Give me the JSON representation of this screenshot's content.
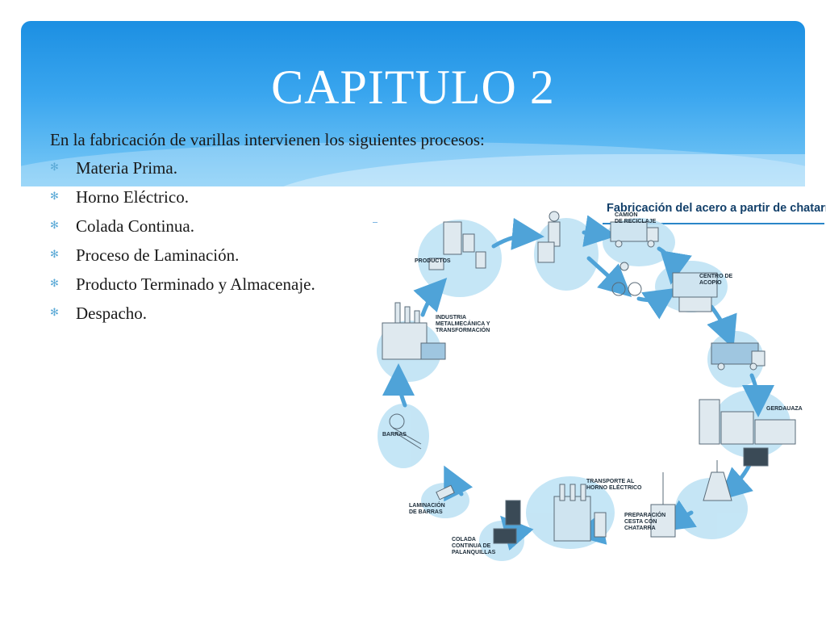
{
  "slide": {
    "title": "CAPITULO 2",
    "intro": "En la fabricación de varillas intervienen los siguientes procesos:",
    "bullets": [
      "Materia Prima.",
      "Horno Eléctrico.",
      "Colada Continua.",
      "Proceso de Laminación.",
      "Producto Terminado y Almacenaje.",
      "Despacho."
    ],
    "bullet_icon": "asterisk-bullet-icon"
  },
  "figure": {
    "title": "Fabricación del acero a partir de chatarra",
    "labels": {
      "productos": "PRODUCTOS",
      "camion_1": "CAMIÓN",
      "camion_2": "DE RECICLAJE",
      "centro_1": "CENTRO DE",
      "centro_2": "ACOPIO",
      "industria_1": "INDUSTRIA",
      "industria_2": "METALMECÁNICA Y",
      "industria_3": "TRANSFORMACIÓN",
      "gerdau": "GERDAUAZA",
      "barras": "BARRAS",
      "laminacion_1": "LAMINACIÓN",
      "laminacion_2": "DE BARRAS",
      "transporte_1": "TRANSPORTE AL",
      "transporte_2": "HORNO ELÉCTRICO",
      "preparacion_1": "PREPARACIÓN",
      "preparacion_2": "CESTA CON",
      "preparacion_3": "CHATARRA",
      "colada_1": "COLADA",
      "colada_2": "CONTINUA DE",
      "colada_3": "PALANQUILLAS"
    }
  },
  "colors": {
    "header_top": "#1c8fe2",
    "header_bottom": "#7ccaf6",
    "title_text": "#ffffff",
    "figure_title": "#13406a",
    "arrow_blue": "#4fa3d8",
    "blob_blue": "#bfe3f5"
  }
}
